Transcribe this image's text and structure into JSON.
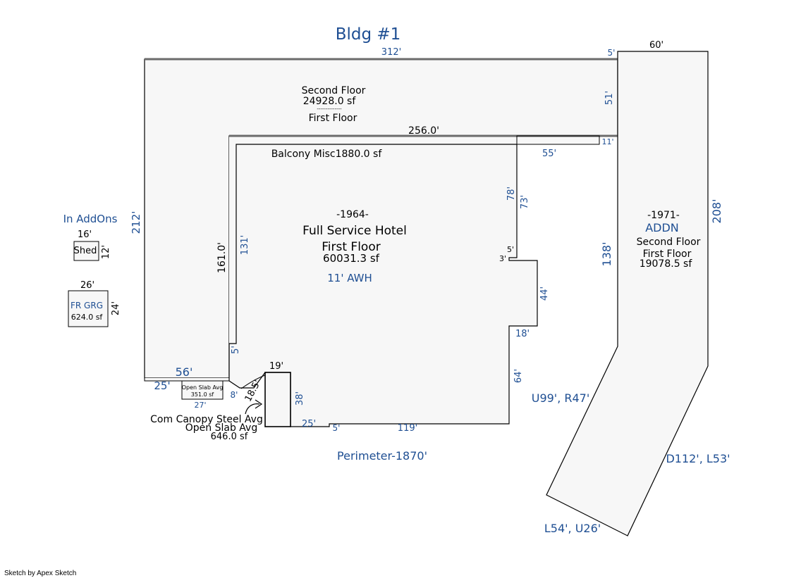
{
  "title": "Bldg #1",
  "main_building": {
    "upper": {
      "line1": "Second Floor",
      "area": "24928.0 sf",
      "divider": "--------------",
      "line2": "First Floor"
    },
    "balcony": "Balcony Misc1880.0 sf",
    "year": "-1964-",
    "use": "Full Service Hotel",
    "floor": "First Floor",
    "area": "60031.3 sf",
    "wall_height": "11' AWH"
  },
  "addn": {
    "year": "-1971-",
    "name": "ADDN",
    "floor1": "Second Floor",
    "floor2": "First Floor",
    "area": "19078.5 sf"
  },
  "addons": {
    "heading": "In AddOns",
    "shed": {
      "label": "Shed",
      "width": "16'",
      "depth": "12'"
    },
    "garage": {
      "label": "FR GRG",
      "area": "624.0 sf",
      "width": "26'",
      "depth": "24'"
    }
  },
  "open_slab": {
    "label": "Open Slab Avg",
    "area": "351.0 sf",
    "width": "27'"
  },
  "canopy": {
    "line1": "Com Canopy Steel Avg",
    "line2": "Open Slab Avg",
    "area": "646.0 sf"
  },
  "perimeter": "Perimeter-1870'",
  "vectors": {
    "v1": "U99', R47'",
    "v2": "D112', L53'",
    "v3": "L54', U26'"
  },
  "dims": {
    "top": "312'",
    "left": "212'",
    "top_right_5": "5'",
    "addn_top": "60'",
    "dim_51": "51'",
    "dim_256": "256.0'",
    "dim_11": "11'",
    "dim_55": "55'",
    "dim_78": "78'",
    "dim_73": "73'",
    "dim_161": "161.0'",
    "dim_131": "131'",
    "dim_5_step": "5'",
    "dim_3": "3'",
    "dim_44": "44'",
    "dim_18": "18'",
    "dim_64": "64'",
    "dim_119": "119'",
    "dim_5b": "5'",
    "dim_25b": "25'",
    "dim_38": "38'",
    "dim_19": "19'",
    "dim_185": "18.5'",
    "dim_8": "8'",
    "dim_56": "56'",
    "dim_25": "25'",
    "dim_5_left": "5'",
    "dim_138": "138'",
    "dim_208": "208'"
  },
  "credit": "Sketch by Apex Sketch"
}
